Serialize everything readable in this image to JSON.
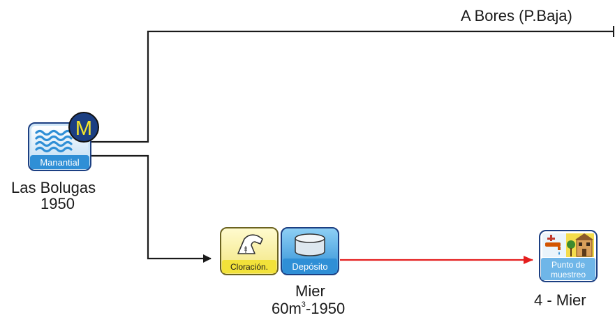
{
  "destination_label": "A Bores (P.Baja)",
  "source": {
    "badge": "M",
    "label": "Manantial",
    "name": "Las Bolugas",
    "year": "1950"
  },
  "treatment": {
    "chlorination_label": "Cloración.",
    "deposit_label": "Depósito",
    "name": "Mier",
    "capacity_prefix": "60m",
    "capacity_sup": "3",
    "capacity_suffix": "-1950"
  },
  "sampling": {
    "label_line1": "Punto de",
    "label_line2": "muestreo",
    "name": "4 - Mier"
  },
  "colors": {
    "line": "#1a1a1a",
    "treated_line": "#e41e1e",
    "icon_blue": "#2f8fd6",
    "icon_yellow": "#f4ec5a",
    "badge_fill": "#1c3f82",
    "badge_text": "#f6e62a"
  }
}
